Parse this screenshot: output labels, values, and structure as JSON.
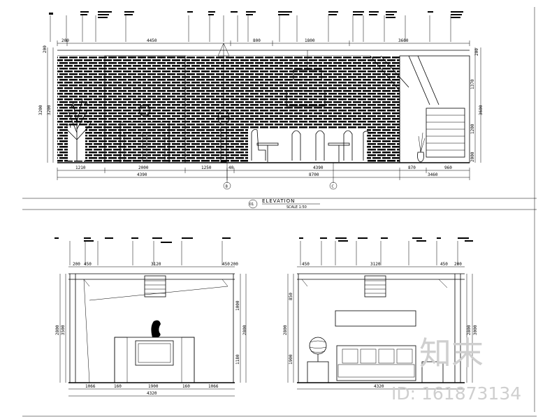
{
  "drawing": {
    "main_title": "ELEVATION",
    "main_scale": "SCALE 1:50",
    "main_number": "01",
    "grid_b": "B",
    "grid_c": "C"
  },
  "top_dims": {
    "upper": [
      "200",
      "4450",
      "800",
      "1800",
      "3600"
    ],
    "lower": [
      "1210",
      "2000",
      "1250",
      "40",
      "4390",
      "870",
      "960"
    ],
    "total_a": "4390",
    "total_b": "8700",
    "total_c": "3460",
    "left_v": [
      "200",
      "3200",
      "3200"
    ],
    "right_v": [
      "200",
      "1370",
      "1200",
      "3600",
      "2000"
    ]
  },
  "left_dims": {
    "top": [
      "200",
      "450",
      "3120",
      "450",
      "200"
    ],
    "bottom": [
      "1066",
      "160",
      "1900",
      "160",
      "1066"
    ],
    "total": "4320",
    "left_v": [
      "2800",
      "3500"
    ],
    "right_v": [
      "1000",
      "1180",
      "2800"
    ]
  },
  "right_dims": {
    "top": [
      "450",
      "3120",
      "450",
      "200"
    ],
    "total": "4320",
    "left_v": [
      "850",
      "1900",
      "2800"
    ],
    "right_v": [
      "2800",
      "3000"
    ]
  },
  "watermark": {
    "logo": "知末",
    "id_text": "ID: 161873134"
  }
}
